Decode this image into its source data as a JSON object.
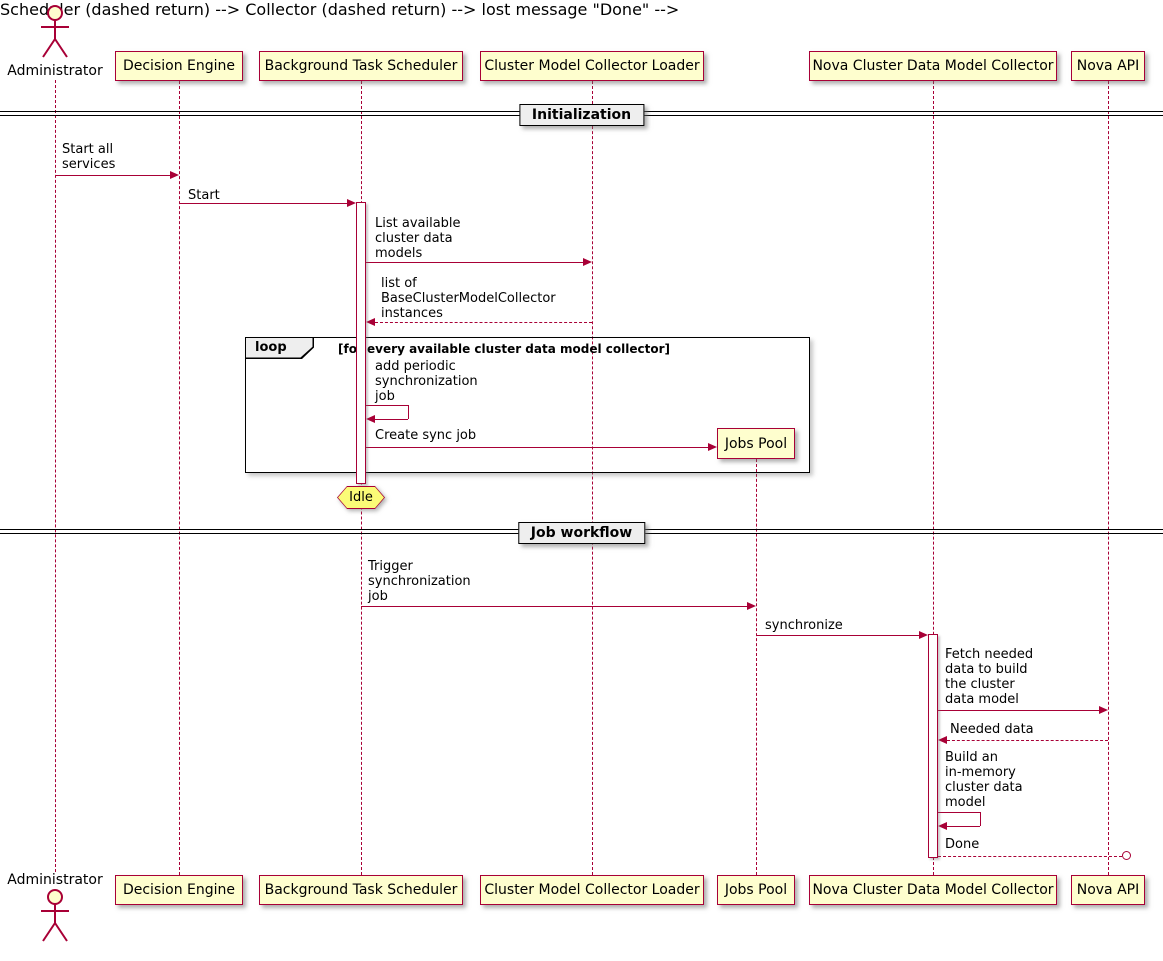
{
  "colors": {
    "accent": "#A80036",
    "participant_fill": "#FEFECE",
    "note_fill": "#FBFB77",
    "divider_fill": "#EEEEEE"
  },
  "participants": {
    "administrator": "Administrator",
    "decision_engine": "Decision Engine",
    "scheduler": "Background Task Scheduler",
    "loader": "Cluster Model Collector Loader",
    "jobs_pool": "Jobs Pool",
    "collector": "Nova Cluster Data Model Collector",
    "nova_api": "Nova API"
  },
  "dividers": {
    "initialization": "Initialization",
    "job_workflow": "Job workflow"
  },
  "loop_frame": {
    "keyword": "loop",
    "guard": "[for every available cluster data model collector]"
  },
  "state_note": "Idle",
  "messages": {
    "start_all_services": "Start all\nservices",
    "start": "Start",
    "list_available_models": "List available\ncluster data\nmodels",
    "list_of_instances": "list of\nBaseClusterModelCollector\ninstances",
    "add_periodic_job": "add periodic\nsynchronization\njob",
    "create_sync_job": "Create sync job",
    "trigger_sync_job": "Trigger\nsynchronization\njob",
    "synchronize": "synchronize",
    "fetch_needed_data": "Fetch needed\ndata to build\nthe cluster\ndata model",
    "needed_data": "Needed data",
    "build_model": "Build an\nin-memory\ncluster data\nmodel",
    "done": "Done"
  }
}
